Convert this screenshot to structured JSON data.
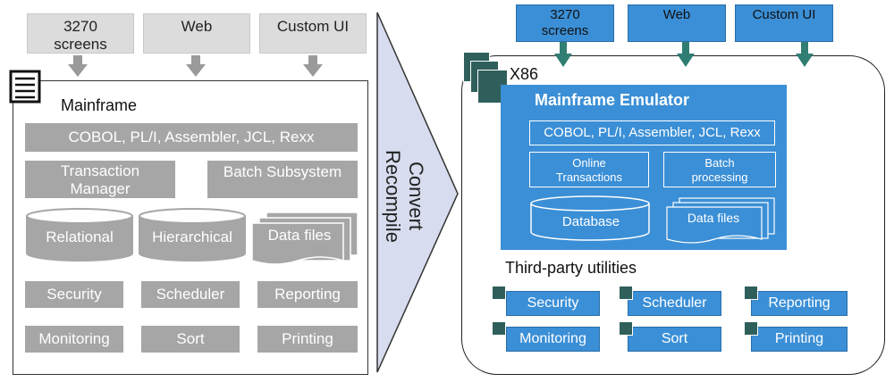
{
  "left": {
    "top_boxes": [
      "3270\nscreens",
      "Web",
      "Custom UI"
    ],
    "mainframe_title": "Mainframe",
    "languages": "COBOL, PL/I, Assembler, JCL, Rexx",
    "transaction_manager": "Transaction\nManager",
    "batch": "Batch Subsystem",
    "relational": "Relational",
    "hierarchical": "Hierarchical",
    "data_files": "Data files",
    "security": "Security",
    "scheduler": "Scheduler",
    "reporting": "Reporting",
    "monitoring": "Monitoring",
    "sort": "Sort",
    "printing": "Printing"
  },
  "middle": {
    "convert": "Convert",
    "recompile": "Recompile"
  },
  "right": {
    "top_boxes": [
      "3270\nscreens",
      "Web",
      "Custom UI"
    ],
    "x86": "X86",
    "emulator_title": "Mainframe Emulator",
    "languages": "COBOL, PL/I, Assembler, JCL, Rexx",
    "online": "Online\nTransactions",
    "batch": "Batch\nprocessing",
    "database": "Database",
    "data_files": "Data files",
    "third_party": "Third-party utilities",
    "security": "Security",
    "scheduler": "Scheduler",
    "reporting": "Reporting",
    "monitoring": "Monitoring",
    "sort": "Sort",
    "printing": "Printing"
  },
  "colors": {
    "legacy_gray": "#a6a6a6",
    "emulator_blue": "#3b8fd6",
    "accent_teal": "#2f5f5a",
    "arrow_fill": "#d7dcee"
  }
}
